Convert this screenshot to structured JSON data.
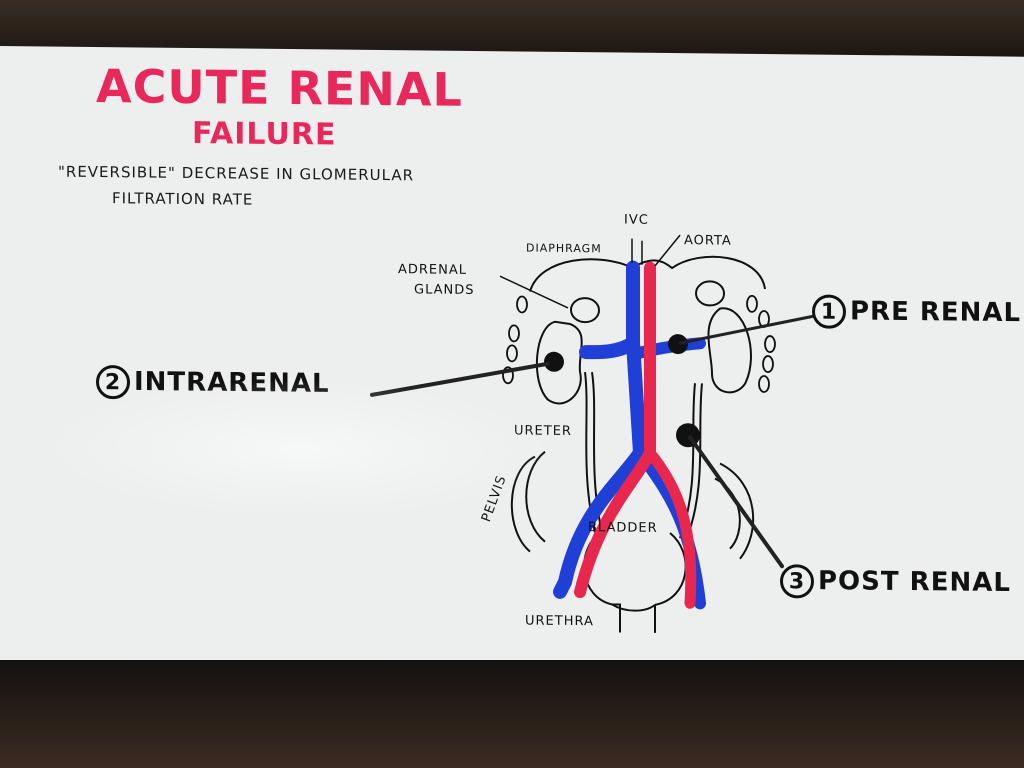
{
  "title": {
    "line1": "ACUTE RENAL",
    "line2": "FAILURE"
  },
  "subtitle": {
    "line1": "\"REVERSIBLE\" DECREASE IN GLOMERULAR",
    "line2": "FILTRATION RATE"
  },
  "anatomy_labels": {
    "ivc": "IVC",
    "aorta": "AORTA",
    "diaphragm": "DIAPHRAGM",
    "adrenal_glands_1": "ADRENAL",
    "adrenal_glands_2": "GLANDS",
    "ureter": "URETER",
    "pelvis": "PELVIS",
    "bladder": "BLADDER",
    "urethra": "URETHRA"
  },
  "categories": [
    {
      "number": "1",
      "label": "PRE RENAL"
    },
    {
      "number": "2",
      "label": "INTRARENAL"
    },
    {
      "number": "3",
      "label": "POST RENAL"
    }
  ],
  "colors": {
    "title": "#e8275a",
    "vein": "#1f3fd6",
    "artery": "#e8274f",
    "ink": "#111111",
    "board": "#ecefee"
  }
}
